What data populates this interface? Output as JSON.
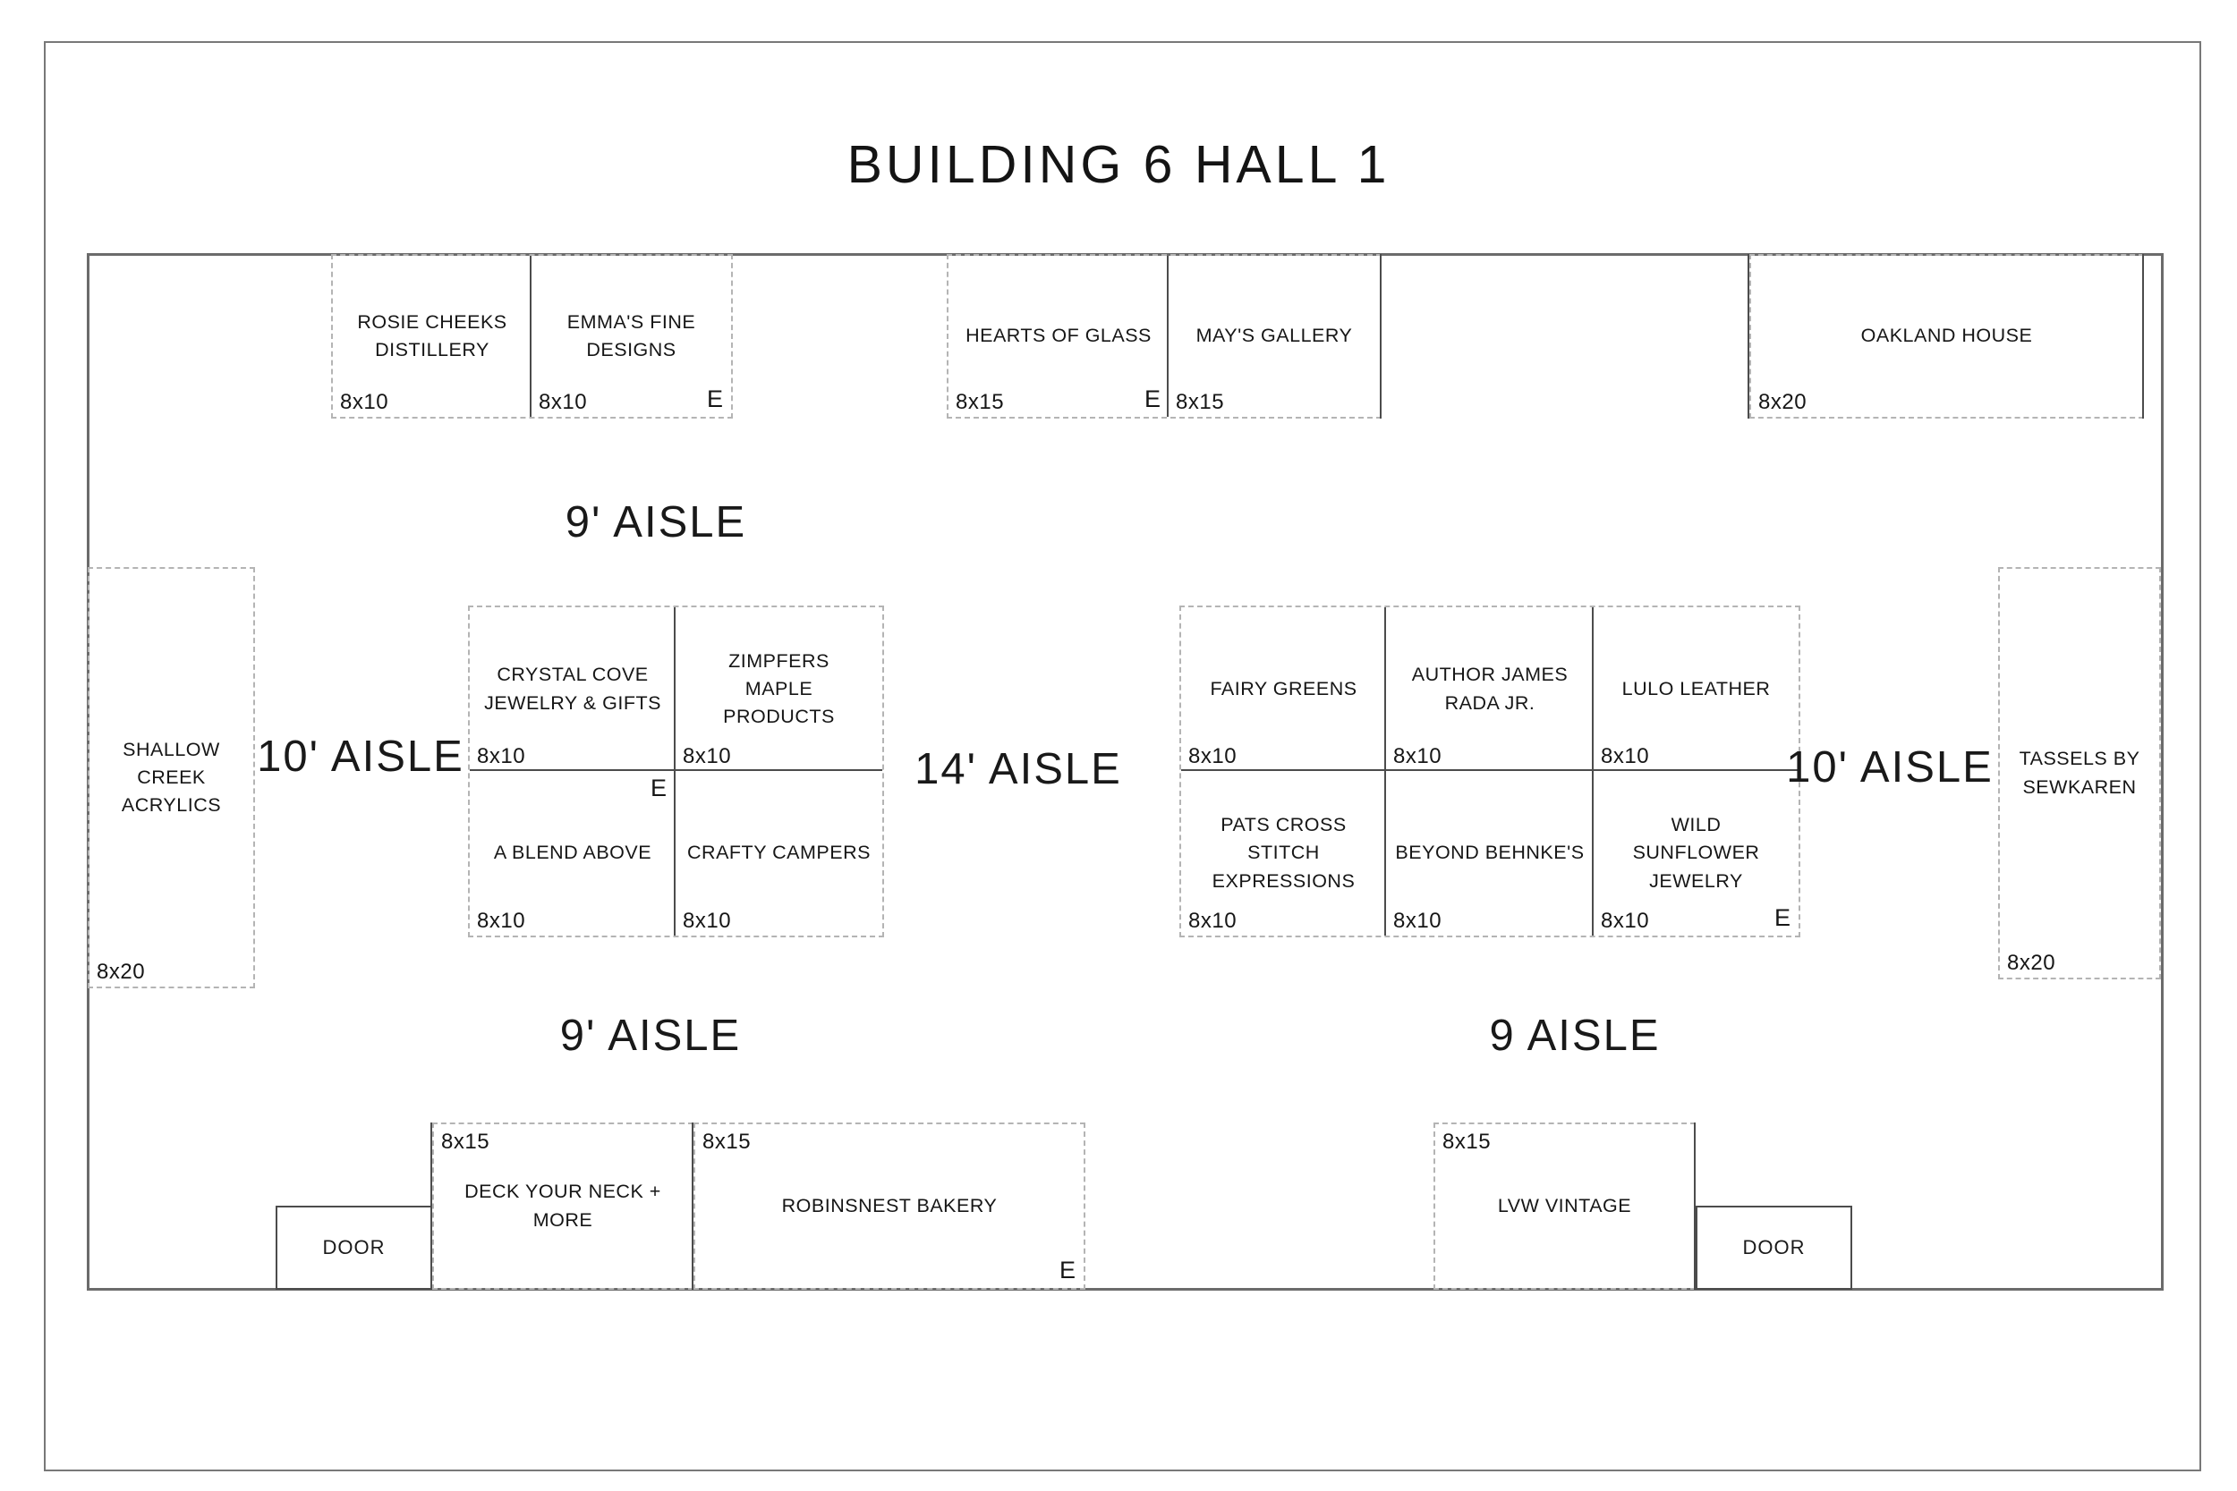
{
  "title": "BUILDING 6 HALL 1",
  "aisle_labels": {
    "top": "9' AISLE",
    "left": "10' AISLE",
    "center": "14' AISLE",
    "right": "10' AISLE",
    "bottom_left": "9' AISLE",
    "bottom_right": "9 AISLE"
  },
  "doors": {
    "left": "DOOR",
    "right": "DOOR"
  },
  "booths": {
    "rosie": {
      "name": "ROSIE CHEEKS DISTILLERY",
      "size": "8x10"
    },
    "emma": {
      "name": "EMMA'S FINE DESIGNS",
      "size": "8x10",
      "e": "E"
    },
    "hearts": {
      "name": "HEARTS OF GLASS",
      "size": "8x15",
      "e": "E"
    },
    "mays": {
      "name": "MAY'S GALLERY",
      "size": "8x15"
    },
    "oakland": {
      "name": "OAKLAND HOUSE",
      "size": "8x20"
    },
    "shallow": {
      "name": "SHALLOW CREEK ACRYLICS",
      "size": "8x20"
    },
    "crystal": {
      "name": "CRYSTAL COVE JEWELRY & GIFTS",
      "size": "8x10"
    },
    "zimpfers": {
      "name": "ZIMPFERS MAPLE PRODUCTS",
      "size": "8x10"
    },
    "blend": {
      "name": "A BLEND ABOVE",
      "size": "8x10",
      "e": "E"
    },
    "crafty": {
      "name": "CRAFTY CAMPERS",
      "size": "8x10"
    },
    "fairy": {
      "name": "FAIRY GREENS",
      "size": "8x10"
    },
    "rada": {
      "name": "AUTHOR JAMES RADA JR.",
      "size": "8x10"
    },
    "lulo": {
      "name": "LULO LEATHER",
      "size": "8x10"
    },
    "pats": {
      "name": "PATS CROSS STITCH EXPRESSIONS",
      "size": "8x10"
    },
    "behnkes": {
      "name": "BEYOND BEHNKE'S",
      "size": "8x10"
    },
    "wild": {
      "name": "WILD SUNFLOWER JEWELRY",
      "size": "8x10",
      "e": "E"
    },
    "tassels": {
      "name": "TASSELS BY SEWKAREN",
      "size": "8x20"
    },
    "deck": {
      "name": "DECK YOUR NECK + MORE",
      "size": "8x15"
    },
    "robins": {
      "name": "ROBINSNEST BAKERY",
      "size": "8x15",
      "e": "E"
    },
    "lvw": {
      "name": "LVW VINTAGE",
      "size": "8x15"
    }
  }
}
